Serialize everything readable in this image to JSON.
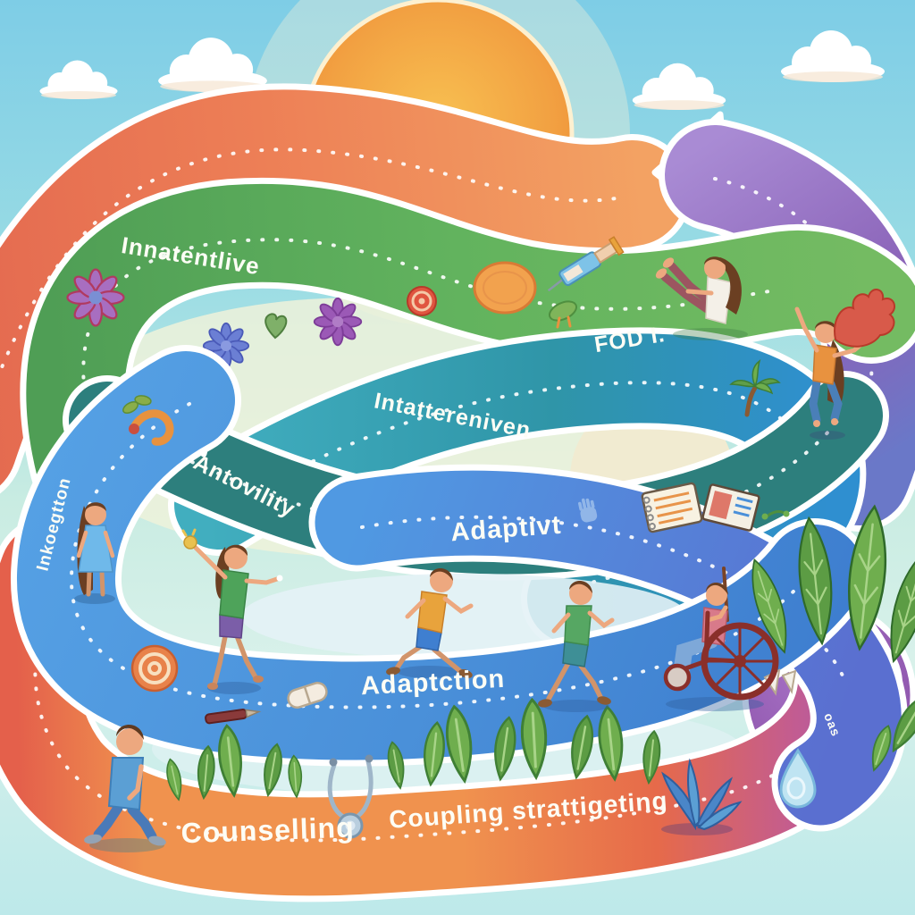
{
  "scene": {
    "description": "Colorful cartoon roadmap illustration: a winding multicolor ribbon road over a sunny sky, with children walking, running, dancing, jumping, doing yoga, a person in a wheelchair, plants, flowers and medical props marking journey stages",
    "labels": {
      "stage_inattentive": "Innatentlive",
      "stage_intervention": "Intattereniven",
      "stage_fod": "FOD I.",
      "stage_activity": "Antovility",
      "stage_adaptive": "Adaptivt",
      "stage_left_vertical": "Inkoegtton",
      "stage_adaptation": "Adaptction",
      "stage_counselling": "Counselling",
      "stage_coping": "Coupling strattigeting",
      "stage_end_vertical": "oas"
    },
    "characters": [
      "yoga-woman",
      "jumping-girl",
      "standing-girl-blue-dress",
      "dancing-girl",
      "running-boy",
      "walking-boy-green",
      "wheelchair-man",
      "walking-boy-blue"
    ],
    "icons": [
      "sun-icon",
      "cloud-icon",
      "flower-icon",
      "heart-leaf-icon",
      "candy-swirl-icon",
      "orange-disc-icon",
      "syringe-icon",
      "bird-leaf-icon",
      "bush-icon",
      "palm-tree-icon",
      "pill-icon",
      "lollipop-icon",
      "pen-icon",
      "notebook-icon",
      "notepad-icon",
      "hand-print-icon",
      "stethoscope-icon",
      "water-drop-icon",
      "blue-plant-icon",
      "leaf-icon",
      "sprout-icon",
      "coral-hand-icon",
      "stone-icon",
      "arrow-dart-icon"
    ],
    "palette": {
      "sky_top": "#7ecde6",
      "sky_bottom": "#bde9ea",
      "sun": "#f2a142",
      "road_orange_top": "#ef8a54",
      "road_purple": "#9a6cc0",
      "road_green": "#62b35e",
      "road_teal": "#3aa3b4",
      "road_dark_teal": "#2d7f7d",
      "road_blue": "#4a90d9",
      "road_bottom_orange": "#f0924e",
      "road_bottom_red": "#e5604c",
      "outline_white": "#ffffff"
    }
  }
}
